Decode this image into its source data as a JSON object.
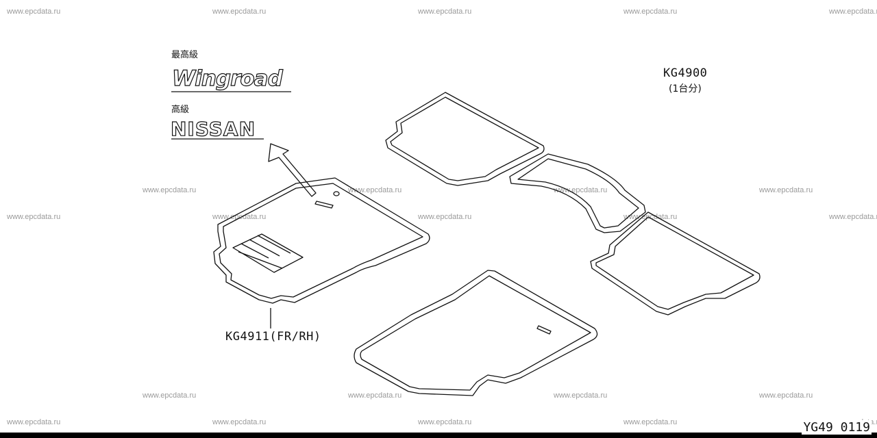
{
  "watermarks": [
    "www.epcdata.ru",
    "www.epcdata.ru",
    "www.epcdata.ru",
    "www.epcdata.ru",
    "www.epcdata.ru",
    "www.epcdata.ru",
    "www.epcdata.ru",
    "www.epcdata.ru",
    "www.epcdata.ru",
    "www.epcdata.ru",
    "www.epcdata.ru",
    "www.epcdata.ru",
    "www.epcdata.ru",
    "www.epcdata.ru",
    "www.epcdata.ru",
    "www.epcdata.ru",
    "www.epcdata.ru",
    "www.epcdata.ru",
    "www.epcdata.ru",
    "www.epcdata.ru",
    "www.epcdata.ru",
    "www.epcdata.ru",
    "www.epcdata.ru"
  ],
  "badges": {
    "premium_label": "最高級",
    "wingroad_logo": "Wingroad",
    "high_grade_label": "高級",
    "nissan_logo": "NISSAN"
  },
  "parts": {
    "set_number": "KG4900",
    "set_note": "(1台分)",
    "front_rh_number": "KG4911(FR/RH)"
  },
  "diagram_code": "YG49 0119"
}
